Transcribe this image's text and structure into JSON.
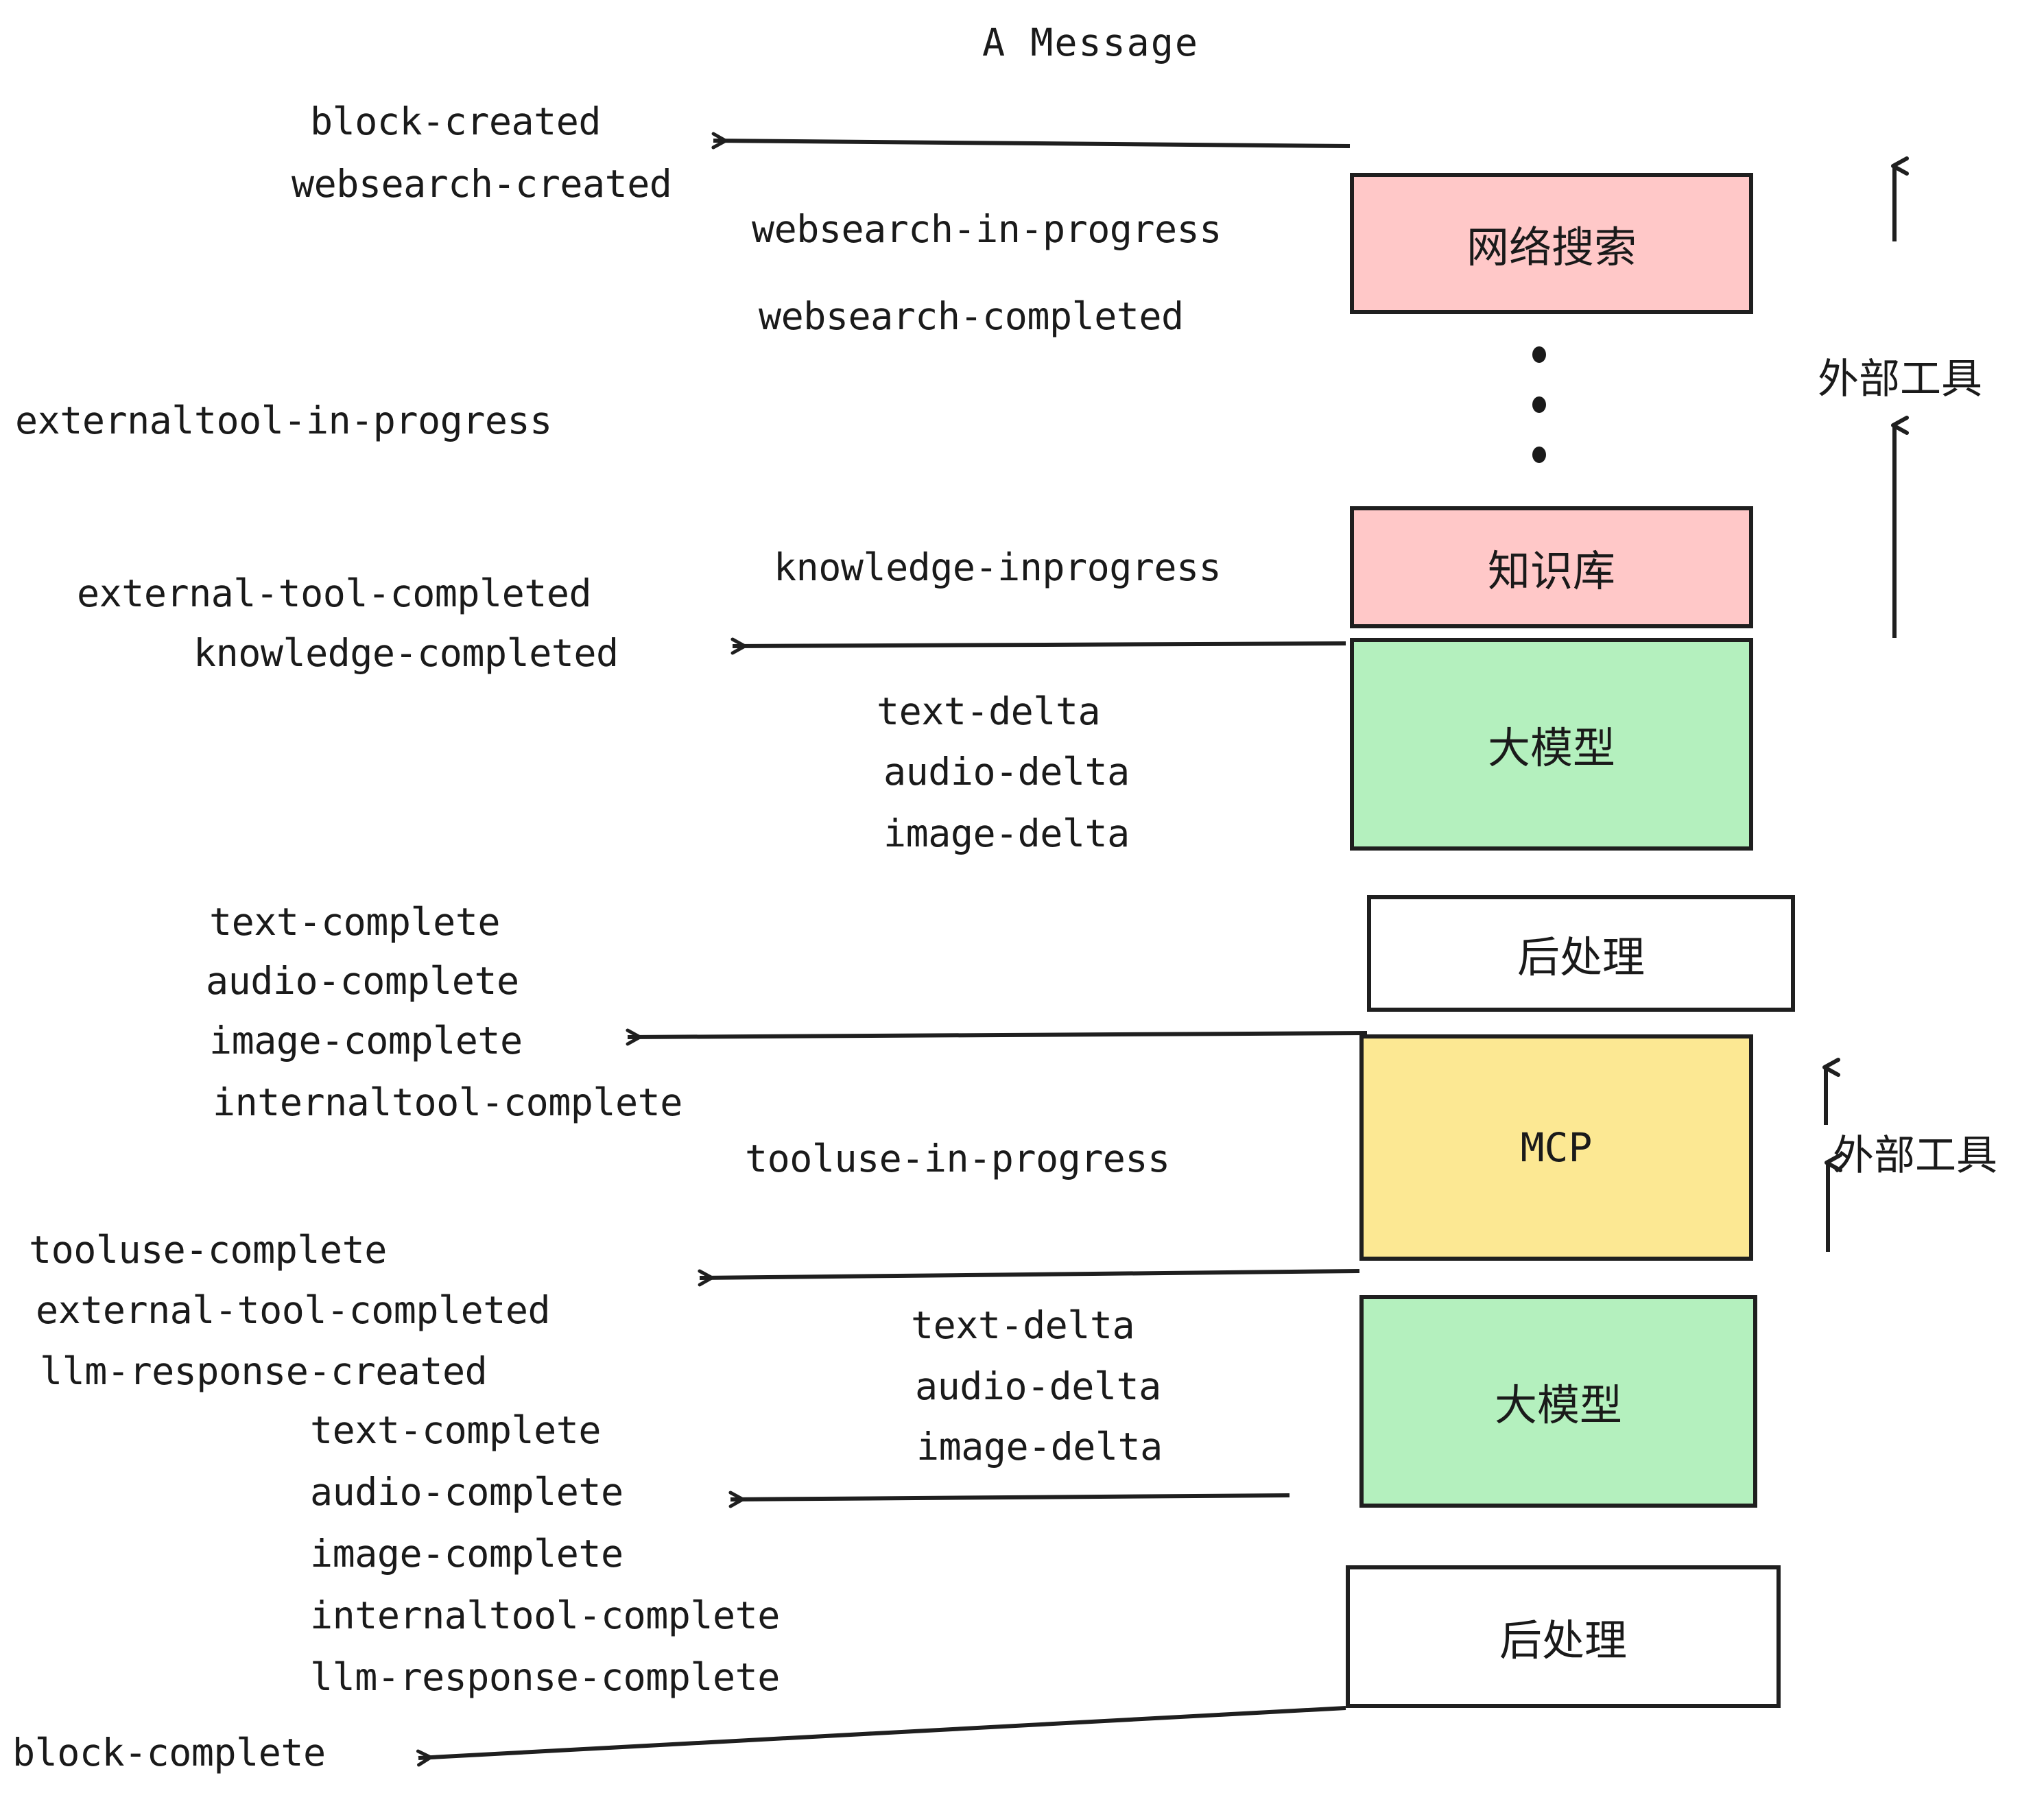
{
  "diagram": {
    "title": "A Message",
    "colors": {
      "pink": "#ffc8c8",
      "green": "#b4f0be",
      "yellow": "#fce893",
      "white": "#ffffff",
      "stroke": "#1f1f1f",
      "text": "#1a1a1a"
    },
    "nodes": [
      {
        "id": "websearch",
        "label": "网络搜索",
        "fill": "#ffc8c8"
      },
      {
        "id": "knowledge",
        "label": "知识库",
        "fill": "#ffc8c8"
      },
      {
        "id": "llm1",
        "label": "大模型",
        "fill": "#b4f0be"
      },
      {
        "id": "post1",
        "label": "后处理",
        "fill": "#ffffff"
      },
      {
        "id": "mcp",
        "label": "MCP",
        "fill": "#fce893"
      },
      {
        "id": "llm2",
        "label": "大模型",
        "fill": "#b4f0be"
      },
      {
        "id": "post2",
        "label": "后处理",
        "fill": "#ffffff"
      }
    ],
    "side_labels": [
      {
        "id": "external-tool-top",
        "label": "外部工具"
      },
      {
        "id": "external-tool-bottom",
        "label": "外部工具"
      }
    ],
    "events": [
      {
        "id": "block-created",
        "text": "block-created"
      },
      {
        "id": "websearch-created",
        "text": "websearch-created"
      },
      {
        "id": "websearch-in-progress",
        "text": "websearch-in-progress"
      },
      {
        "id": "websearch-completed",
        "text": "websearch-completed"
      },
      {
        "id": "externaltool-in-progress",
        "text": "externaltool-in-progress"
      },
      {
        "id": "knowledge-inprogress",
        "text": "knowledge-inprogress"
      },
      {
        "id": "external-tool-completed-1",
        "text": "external-tool-completed"
      },
      {
        "id": "knowledge-completed",
        "text": "knowledge-completed"
      },
      {
        "id": "text-delta-1",
        "text": "text-delta"
      },
      {
        "id": "audio-delta-1",
        "text": "audio-delta"
      },
      {
        "id": "image-delta-1",
        "text": "image-delta"
      },
      {
        "id": "text-complete-1",
        "text": "text-complete"
      },
      {
        "id": "audio-complete-1",
        "text": "audio-complete"
      },
      {
        "id": "image-complete-1",
        "text": "image-complete"
      },
      {
        "id": "internaltool-complete-1",
        "text": "internaltool-complete"
      },
      {
        "id": "tooluse-in-progress",
        "text": "tooluse-in-progress"
      },
      {
        "id": "tooluse-complete",
        "text": "tooluse-complete"
      },
      {
        "id": "external-tool-completed-2",
        "text": "external-tool-completed"
      },
      {
        "id": "llm-response-created",
        "text": "llm-response-created"
      },
      {
        "id": "text-delta-2",
        "text": "text-delta"
      },
      {
        "id": "audio-delta-2",
        "text": "audio-delta"
      },
      {
        "id": "image-delta-2",
        "text": "image-delta"
      },
      {
        "id": "text-complete-2",
        "text": "text-complete"
      },
      {
        "id": "audio-complete-2",
        "text": "audio-complete"
      },
      {
        "id": "image-complete-2",
        "text": "image-complete"
      },
      {
        "id": "internaltool-complete-2",
        "text": "internaltool-complete"
      },
      {
        "id": "llm-response-complete",
        "text": "llm-response-complete"
      },
      {
        "id": "block-complete",
        "text": "block-complete"
      }
    ]
  }
}
